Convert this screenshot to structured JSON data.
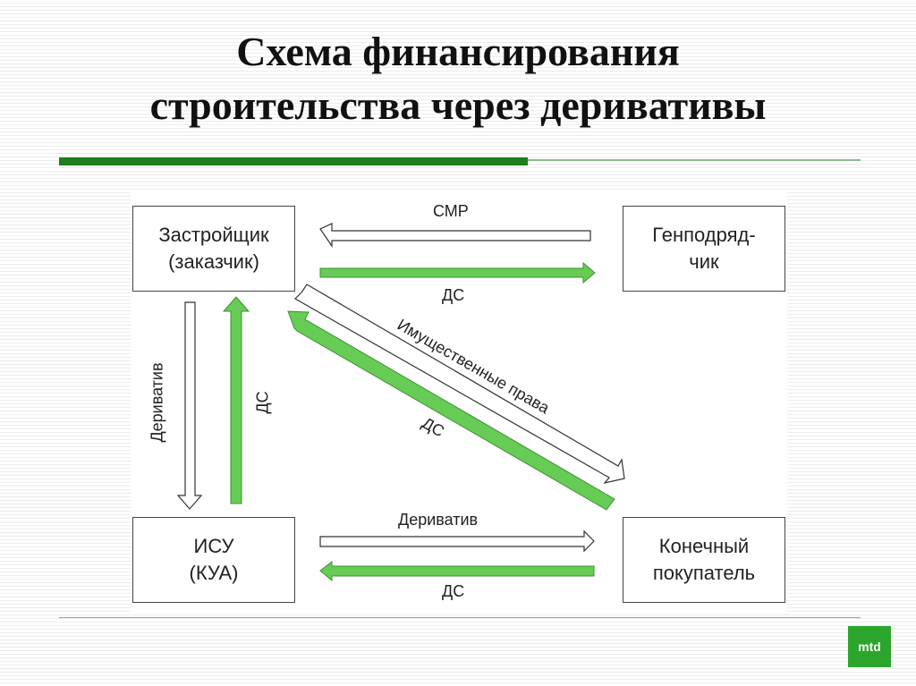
{
  "title": {
    "line1": "Схема финансирования",
    "line2": "строительства через деривативы"
  },
  "colors": {
    "accent_green": "#1e7d1e",
    "arrow_green": "#66cc55",
    "rule_thin": "#8cb88c",
    "logo_bg": "#2ca52c"
  },
  "boxes": {
    "developer": {
      "line1": "Застройщик",
      "line2": "(заказчик)"
    },
    "contractor": {
      "line1": "Генподряд-",
      "line2": "чик"
    },
    "isu": {
      "line1": "ИСУ",
      "line2": "(КУА)"
    },
    "buyer": {
      "line1": "Конечный",
      "line2": "покупатель"
    }
  },
  "arrows": {
    "smr": "СМР",
    "ds_top": "ДС",
    "derivative_left": "Дериватив",
    "ds_left": "ДС",
    "property_rights": "Имущественные права",
    "ds_diagonal": "ДС",
    "derivative_bottom": "Дериватив",
    "ds_bottom": "ДС"
  },
  "logo": "mtd"
}
